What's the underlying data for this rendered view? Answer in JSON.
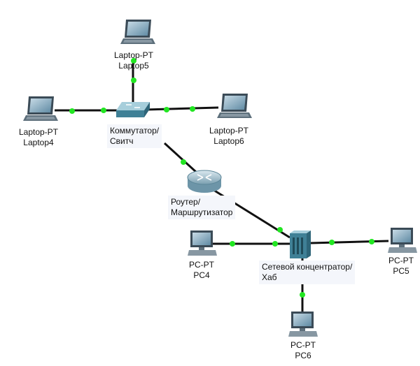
{
  "devices": {
    "laptop5": {
      "line1": "Laptop-PT",
      "line2": "Laptop5",
      "icon": "laptop-icon"
    },
    "laptop4": {
      "line1": "Laptop-PT",
      "line2": "Laptop4",
      "icon": "laptop-icon"
    },
    "laptop6": {
      "line1": "Laptop-PT",
      "line2": "Laptop6",
      "icon": "laptop-icon"
    },
    "switch": {
      "line1": "Коммутатор/",
      "line2": "Свитч",
      "icon": "switch-icon"
    },
    "router": {
      "line1": "Роутер/",
      "line2": "Маршрутизатор",
      "icon": "router-icon"
    },
    "hub": {
      "line1": "Сетевой концентратор/",
      "line2": "Хаб",
      "icon": "hub-icon"
    },
    "pc4": {
      "line1": "PC-PT",
      "line2": "PC4",
      "icon": "pc-icon"
    },
    "pc5": {
      "line1": "PC-PT",
      "line2": "PC5",
      "icon": "pc-icon"
    },
    "pc6": {
      "line1": "PC-PT",
      "line2": "PC6",
      "icon": "pc-icon"
    }
  },
  "links": [
    {
      "from": "switch",
      "to": "laptop5",
      "status": "up"
    },
    {
      "from": "switch",
      "to": "laptop4",
      "status": "up"
    },
    {
      "from": "switch",
      "to": "laptop6",
      "status": "up"
    },
    {
      "from": "switch",
      "to": "router",
      "status": "up"
    },
    {
      "from": "router",
      "to": "hub",
      "status": "up"
    },
    {
      "from": "hub",
      "to": "pc4",
      "status": "up"
    },
    {
      "from": "hub",
      "to": "pc5",
      "status": "up"
    },
    {
      "from": "hub",
      "to": "pc6",
      "status": "up"
    }
  ],
  "colors": {
    "link": "#111111",
    "link_up": "#22e622",
    "device_teal": "#4f8fa3",
    "screen": "#7ea3b9"
  }
}
